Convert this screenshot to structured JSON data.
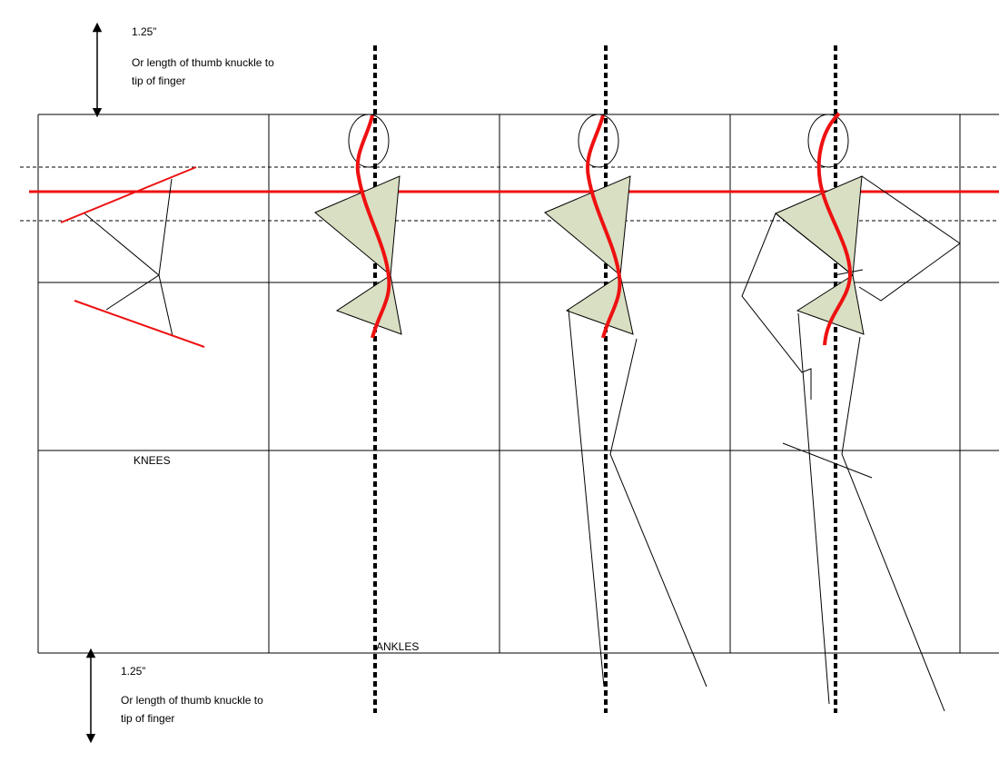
{
  "annotations": {
    "top_measure": "1.25”",
    "top_note_line1": "Or length of thumb knuckle to",
    "top_note_line2": "tip of finger",
    "bottom_measure": "1.25”",
    "bottom_note_line1": "Or length of thumb knuckle to",
    "bottom_note_line2": "tip of finger"
  },
  "grid_labels": {
    "knees": "KNEES",
    "ankles": "ANKLES"
  },
  "colors": {
    "line": "#000000",
    "accent_red": "#ee1111",
    "shape_fill": "#d8dfc2"
  },
  "icons": [
    "double-arrow-icon"
  ]
}
